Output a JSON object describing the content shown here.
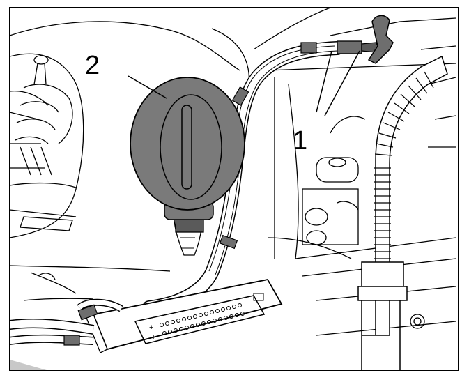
{
  "callouts": [
    {
      "id": "1",
      "label": "1"
    },
    {
      "id": "2",
      "label": "2"
    }
  ],
  "connector_pin_labels": {
    "plus_top": "+",
    "plus_bottom": "+"
  },
  "colors": {
    "line": "#000000",
    "module_fill": "#7a7a7a",
    "module_dark": "#4d4d4d",
    "background": "#ffffff",
    "bottom_shade": "#c8c8c8"
  }
}
